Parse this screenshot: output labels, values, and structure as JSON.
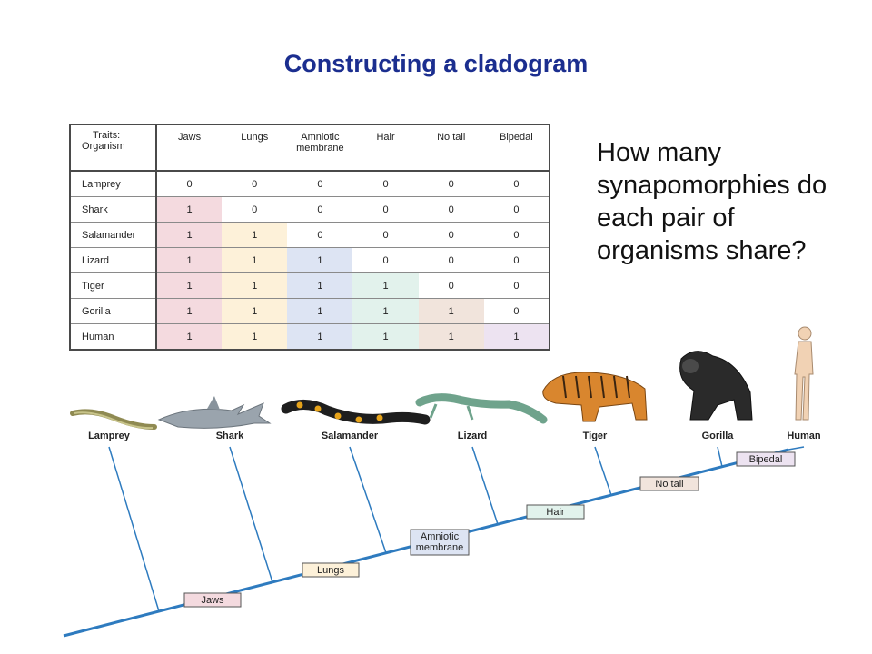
{
  "title": "Constructing a cladogram",
  "question": "How many synapomorphies do each pair of organisms share?",
  "table": {
    "corner_header": [
      "Traits:",
      "Organism"
    ],
    "trait_headers": [
      [
        "Jaws"
      ],
      [
        "Lungs"
      ],
      [
        "Amniotic",
        "membrane"
      ],
      [
        "Hair"
      ],
      [
        "No tail"
      ],
      [
        "Bipedal"
      ]
    ],
    "rows": [
      {
        "organism": "Lamprey",
        "values": [
          "0",
          "0",
          "0",
          "0",
          "0",
          "0"
        ]
      },
      {
        "organism": "Shark",
        "values": [
          "1",
          "0",
          "0",
          "0",
          "0",
          "0"
        ]
      },
      {
        "organism": "Salamander",
        "values": [
          "1",
          "1",
          "0",
          "0",
          "0",
          "0"
        ]
      },
      {
        "organism": "Lizard",
        "values": [
          "1",
          "1",
          "1",
          "0",
          "0",
          "0"
        ]
      },
      {
        "organism": "Tiger",
        "values": [
          "1",
          "1",
          "1",
          "1",
          "0",
          "0"
        ]
      },
      {
        "organism": "Gorilla",
        "values": [
          "1",
          "1",
          "1",
          "1",
          "1",
          "0"
        ]
      },
      {
        "organism": "Human",
        "values": [
          "1",
          "1",
          "1",
          "1",
          "1",
          "1"
        ]
      }
    ],
    "trait_colors": [
      "#f4dadf",
      "#fdf1d9",
      "#dde4f3",
      "#e2f2ec",
      "#f1e4dc",
      "#ede3f1"
    ]
  },
  "cladogram": {
    "organisms": [
      "Lamprey",
      "Shark",
      "Salamander",
      "Lizard",
      "Tiger",
      "Gorilla",
      "Human"
    ],
    "trait_labels": [
      [
        "Jaws"
      ],
      [
        "Lungs"
      ],
      [
        "Amniotic",
        "membrane"
      ],
      [
        "Hair"
      ],
      [
        "No tail"
      ],
      [
        "Bipedal"
      ]
    ],
    "line_color": "#2e7bbf",
    "box_colors": [
      "#f4dadf",
      "#fdf1d9",
      "#dde4f3",
      "#e2f2ec",
      "#f1e4dc",
      "#ede3f1"
    ],
    "animal_icons": [
      "lamprey-icon",
      "shark-icon",
      "salamander-icon",
      "lizard-icon",
      "tiger-icon",
      "gorilla-icon",
      "human-icon"
    ]
  }
}
